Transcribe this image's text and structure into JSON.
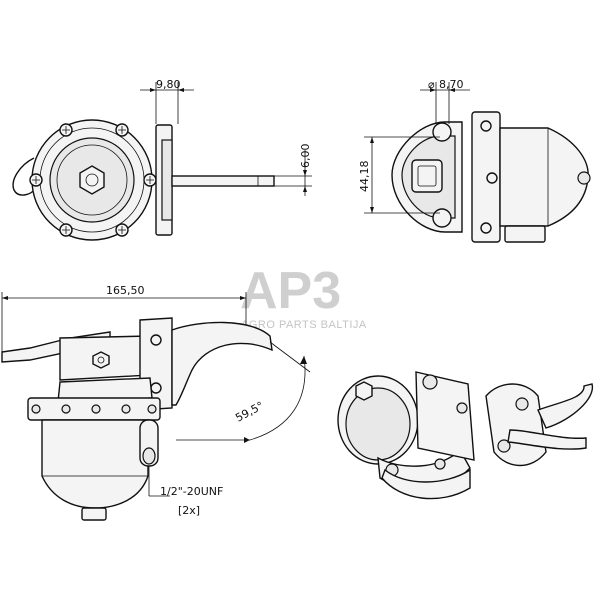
{
  "dimensions": {
    "front_width": "9,80",
    "arm_thickness": "6,00",
    "hole_diameter": "8,70",
    "flange_height": "44,18",
    "overall_length": "165,50",
    "arm_angle": "59,5°"
  },
  "notes": {
    "thread": "1/2\"-20UNF",
    "quantity": "[2x]"
  },
  "watermark": {
    "logo": "AP3",
    "text": "AGRO PARTS BALTIJA"
  },
  "colors": {
    "line": "#111111",
    "watermark": "#cfcfcf",
    "background": "#ffffff"
  }
}
